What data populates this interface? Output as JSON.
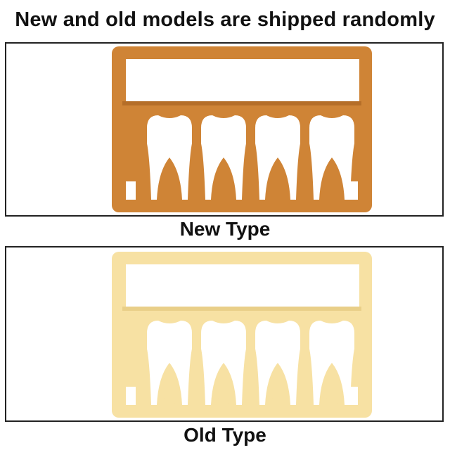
{
  "headline": "New and old models are shipped randomly",
  "products": [
    {
      "caption": "New Type",
      "color": "#cf8436",
      "shade": "#b56e28",
      "icon": "bur-holder-tray-icon"
    },
    {
      "caption": "Old Type",
      "color": "#f7e1a3",
      "shade": "#e9cf88",
      "icon": "bur-holder-tray-icon"
    }
  ]
}
